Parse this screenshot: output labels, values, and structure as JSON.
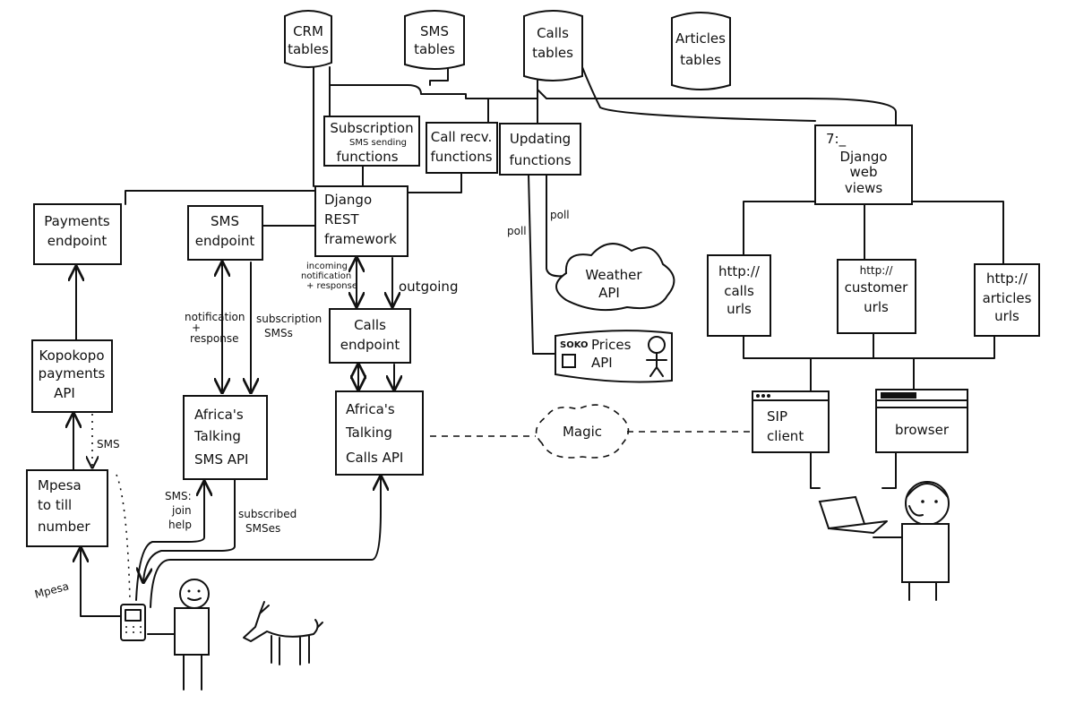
{
  "tables": {
    "crm": [
      "CRM",
      "tables"
    ],
    "sms": [
      "SMS",
      "tables"
    ],
    "calls": [
      "Calls",
      "tables"
    ],
    "articles": [
      "Articles",
      "tables"
    ]
  },
  "functions": {
    "subscription": [
      "Subscription",
      "SMS sending",
      "functions"
    ],
    "call_recv": [
      "Call recv.",
      "functions"
    ],
    "updating": [
      "Updating",
      "functions"
    ]
  },
  "django_web_views": [
    "7:_",
    "Django",
    "web",
    "views"
  ],
  "django_rest": [
    "Django",
    "REST",
    "framework"
  ],
  "payments_endpoint": [
    "Payments",
    "endpoint"
  ],
  "sms_endpoint": [
    "SMS",
    "endpoint"
  ],
  "calls_endpoint": [
    "Calls",
    "endpoint"
  ],
  "weather_api": [
    "Weather",
    "API"
  ],
  "prices_api": {
    "logo": "SOKO",
    "lines": [
      "Prices",
      "API"
    ]
  },
  "urls": {
    "calls": [
      "http://",
      "calls",
      "urls"
    ],
    "customer": [
      "http://",
      "customer",
      "urls"
    ],
    "articles": [
      "http://",
      "articles",
      "urls"
    ]
  },
  "kopokopo": [
    "Kopokopo",
    "payments",
    "API"
  ],
  "at_sms": [
    "Africa's",
    "Talking",
    "SMS API"
  ],
  "at_calls": [
    "Africa's",
    "Talking",
    "Calls API"
  ],
  "magic": "Magic",
  "sip_client": [
    "SIP",
    "client"
  ],
  "browser": "browser",
  "mpesa_box": [
    "Mpesa",
    "to till",
    "number"
  ],
  "edge_labels": {
    "poll1": "poll",
    "poll2": "poll",
    "incoming": [
      "incoming",
      "notification",
      "+ response"
    ],
    "outgoing": "outgoing",
    "notification": [
      "notification",
      "+",
      "response"
    ],
    "subscription_sms": [
      "subscription",
      "SMSs"
    ],
    "sms_dotted": "SMS",
    "join_help": [
      "SMS:",
      "join",
      "help"
    ],
    "subscribed": [
      "subscribed",
      "SMSes"
    ],
    "mpesa": "Mpesa"
  }
}
